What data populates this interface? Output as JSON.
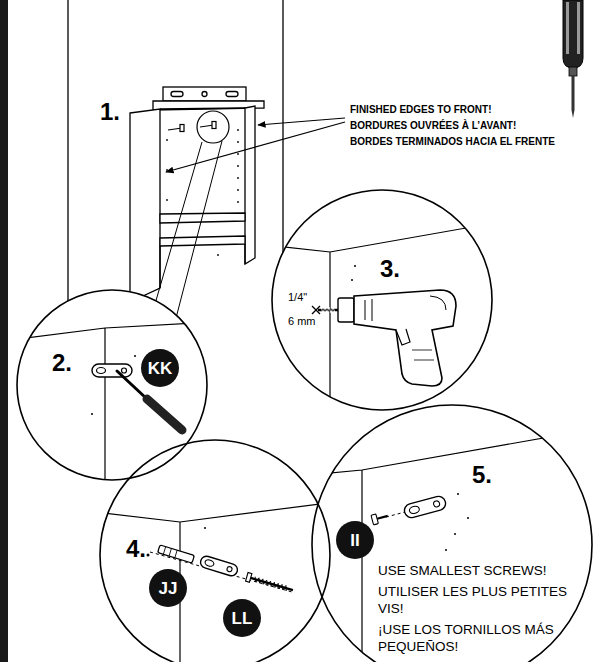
{
  "diagram": {
    "nodes": [
      {
        "text": [
          "2."
        ]
      },
      {
        "text": [
          "KK"
        ],
        "in": 0
      },
      {
        "text": [
          "3.",
          "1/4\"",
          "6 mm"
        ]
      },
      {
        "text": [
          "4."
        ]
      },
      {
        "text": [
          "JJ"
        ],
        "in": 3
      },
      {
        "text": [
          "LL"
        ],
        "in": 3
      },
      {
        "text": [
          "5.",
          "USE SMALLEST SCREWS!",
          "UTILISER LES PLUS PETITES VIS!",
          "¡USE LOS TORNILLOS MÁS PEQUEÑOS!"
        ]
      },
      {
        "text": [
          "II"
        ],
        "in": 6
      }
    ],
    "labels": [
      "1.",
      "FINISHED EDGES TO FRONT!",
      "BORDURES OUVRÉES À L’AVANT!",
      "BORDES TERMINADOS HACIA EL FRENTE"
    ]
  }
}
